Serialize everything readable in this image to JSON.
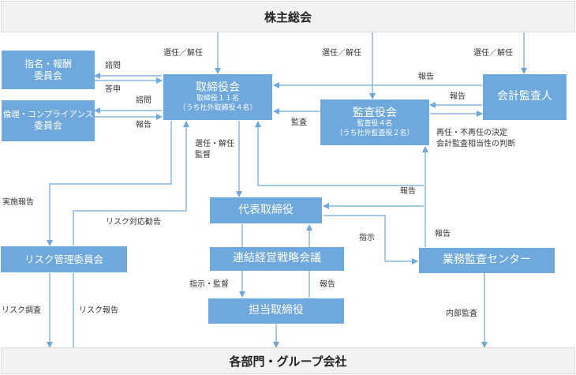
{
  "header": {
    "shareholders": "株主総会"
  },
  "footer": {
    "departments": "各部門・グループ会社"
  },
  "boxes": {
    "nomination_title": "指名・報酬",
    "nomination_sub": "委員会",
    "ethics_title": "倫理・コンプライアンス",
    "ethics_sub": "委員会",
    "board_title": "取締役会",
    "board_line1": "取締役１１名",
    "board_line2": "（うち社外取締役４名）",
    "audit_title": "監査役会",
    "audit_line1": "監査役４名",
    "audit_line2": "（うち社外監査役２名）",
    "accounting_auditor": "会計監査人",
    "risk_committee": "リスク管理委員会",
    "ceo": "代表取締役",
    "strategy_meeting": "連結経営戦略会議",
    "officers": "担当取締役",
    "audit_center": "業務監査センター"
  },
  "labels": {
    "appoint1": "選任／解任",
    "appoint2": "選任／解任",
    "appoint3": "選任／解任",
    "consult1": "諮問",
    "answer": "答申",
    "consult2": "諮問",
    "report_ethics": "報告",
    "report_board_from_auditor": "報告",
    "report_audit_from_auditor": "報告",
    "audit": "監査",
    "reappoint_line1": "再任・不再任の決定",
    "reappoint_line2": "会計監査相当性の判断",
    "appoint_supervise_line1": "選任・解任",
    "appoint_supervise_line2": "監督",
    "implementation_report": "実施報告",
    "risk_recommendation": "リスク対応勧告",
    "report_center_to_board": "報告",
    "instruction": "指示",
    "report_center_to_audit": "報告",
    "instruct_supervise": "指示・監督",
    "report_officers": "報告",
    "risk_investigation": "リスク調査",
    "risk_report": "リスク報告",
    "internal_audit": "内部監査"
  },
  "colors": {
    "box": "#6fa8dc",
    "line": "#6fa8dc",
    "bar": "#f2f2f2"
  }
}
